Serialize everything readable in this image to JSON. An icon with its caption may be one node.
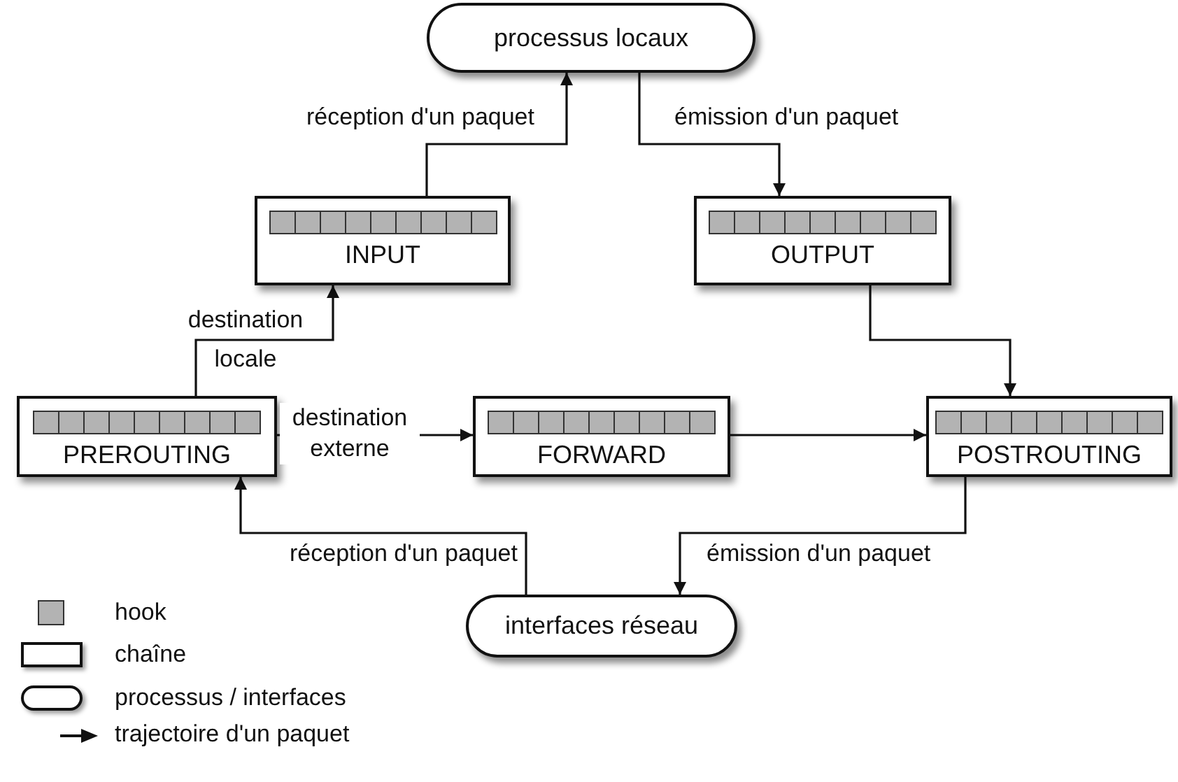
{
  "diagram": {
    "nodes": [
      {
        "text": [
          "processus locaux"
        ]
      },
      {
        "text": [
          "INPUT"
        ]
      },
      {
        "text": [
          "OUTPUT"
        ]
      },
      {
        "text": [
          "PREROUTING"
        ]
      },
      {
        "text": [
          "FORWARD"
        ]
      },
      {
        "text": [
          "POSTROUTING"
        ]
      },
      {
        "text": [
          "interfaces réseau"
        ]
      }
    ],
    "edges": [
      {
        "from": 3,
        "to": 1,
        "arrow": "to",
        "label": "destination locale"
      },
      {
        "from": 1,
        "to": 0,
        "arrow": "to",
        "label": "réception d'un paquet"
      },
      {
        "from": 0,
        "to": 2,
        "arrow": "to",
        "label": "émission d'un paquet"
      },
      {
        "from": 3,
        "to": 4,
        "arrow": "to",
        "label": "destination externe"
      },
      {
        "from": 4,
        "to": 5,
        "arrow": "to"
      },
      {
        "from": 2,
        "to": 5,
        "arrow": "to"
      },
      {
        "from": 5,
        "to": 6,
        "arrow": "to",
        "label": "émission d'un paquet"
      },
      {
        "from": 6,
        "to": 3,
        "arrow": "to",
        "label": "réception d'un paquet"
      }
    ],
    "legend": [
      {
        "text": "hook",
        "color": "#b3b3b3"
      },
      {
        "text": "chaîne"
      },
      {
        "text": "processus / interfaces"
      },
      {
        "text": "trajectoire d'un paquet"
      }
    ]
  }
}
